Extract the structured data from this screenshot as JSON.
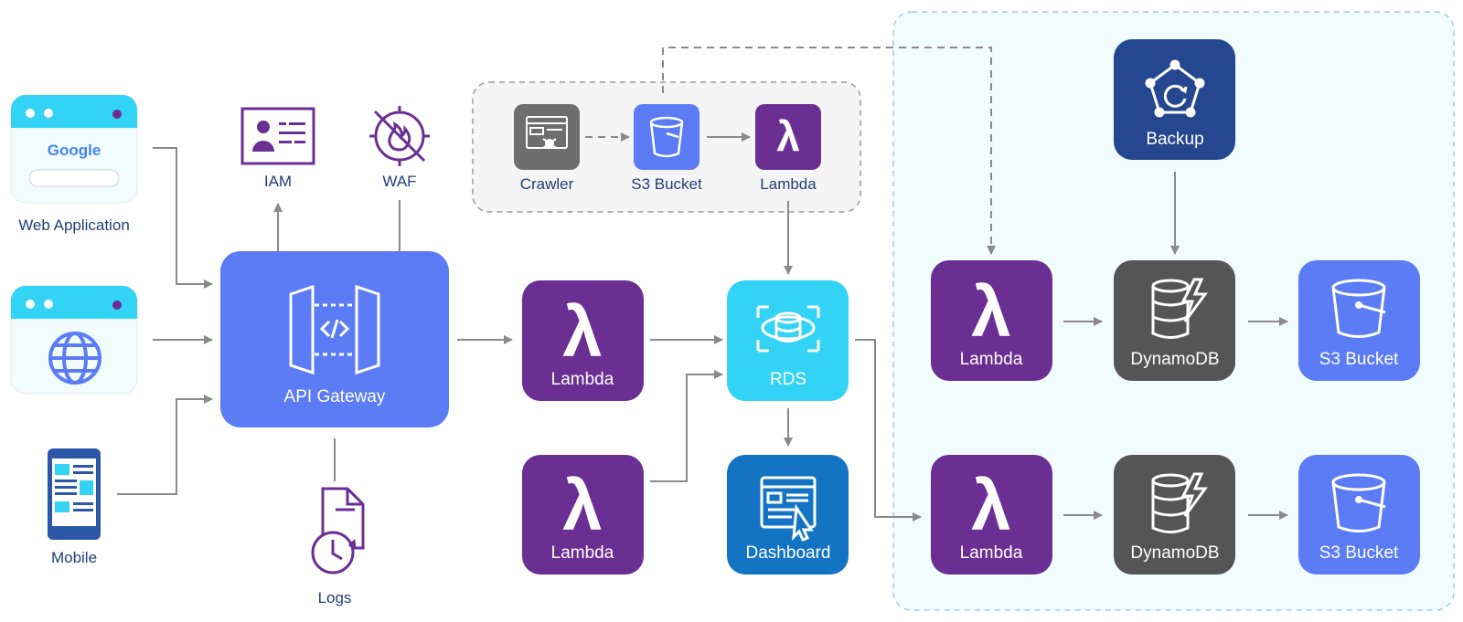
{
  "clients": {
    "web_app": {
      "label": "Web Application",
      "logo_text": "Google"
    },
    "mobile": {
      "label": "Mobile"
    }
  },
  "security": {
    "iam": "IAM",
    "waf": "WAF"
  },
  "gateway": {
    "label": "API Gateway"
  },
  "logs": {
    "label": "Logs"
  },
  "crawler_group": {
    "crawler": "Crawler",
    "s3": "S3 Bucket",
    "lambda": "Lambda"
  },
  "middle": {
    "lambda_top": "Lambda",
    "lambda_bottom": "Lambda",
    "rds": "RDS",
    "dashboard": "Dashboard"
  },
  "right_region": {
    "backup": "Backup",
    "row1": {
      "lambda": "Lambda",
      "dynamodb": "DynamoDB",
      "s3": "S3 Bucket"
    },
    "row2": {
      "lambda": "Lambda",
      "dynamodb": "DynamoDB",
      "s3": "S3 Bucket"
    }
  },
  "colors": {
    "lambda": "#6b2f94",
    "gateway": "#5b7cf5",
    "rds": "#33d3f5",
    "dashboard": "#1474c4",
    "dynamodb": "#555555",
    "s3": "#5b7cf5",
    "backup": "#25478f",
    "crawler": "#6e6e6e",
    "browser": "#33d3f5",
    "arrow": "#8a8a8a",
    "label_dark": "#1f3f7a",
    "iam_purple": "#6b2f94"
  }
}
